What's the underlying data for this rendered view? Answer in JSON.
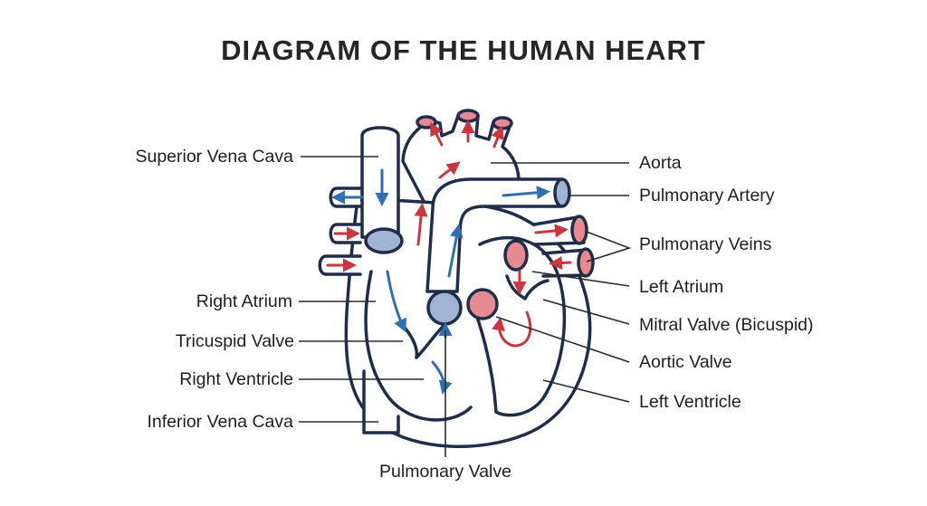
{
  "title": "DIAGRAM OF THE HUMAN HEART",
  "labels": {
    "superior_vena_cava": "Superior Vena Cava",
    "right_atrium": "Right Atrium",
    "tricuspid_valve": "Tricuspid Valve",
    "right_ventricle": "Right Ventricle",
    "inferior_vena_cava": "Inferior Vena Cava",
    "aorta": "Aorta",
    "pulmonary_artery": "Pulmonary Artery",
    "pulmonary_veins": "Pulmonary Veins",
    "left_atrium": "Left Atrium",
    "mitral_valve": "Mitral Valve (Bicuspid)",
    "aortic_valve": "Aortic Valve",
    "left_ventricle": "Left Ventricle",
    "pulmonary_valve": "Pulmonary Valve"
  },
  "colors": {
    "outline": "#1f2c4a",
    "deoxygenated": "#2f6fb0",
    "oxygenated": "#c9363e",
    "valve_blue": "#9fb4d1",
    "valve_red": "#e68a8f",
    "leader_line": "#2a2a2a"
  }
}
